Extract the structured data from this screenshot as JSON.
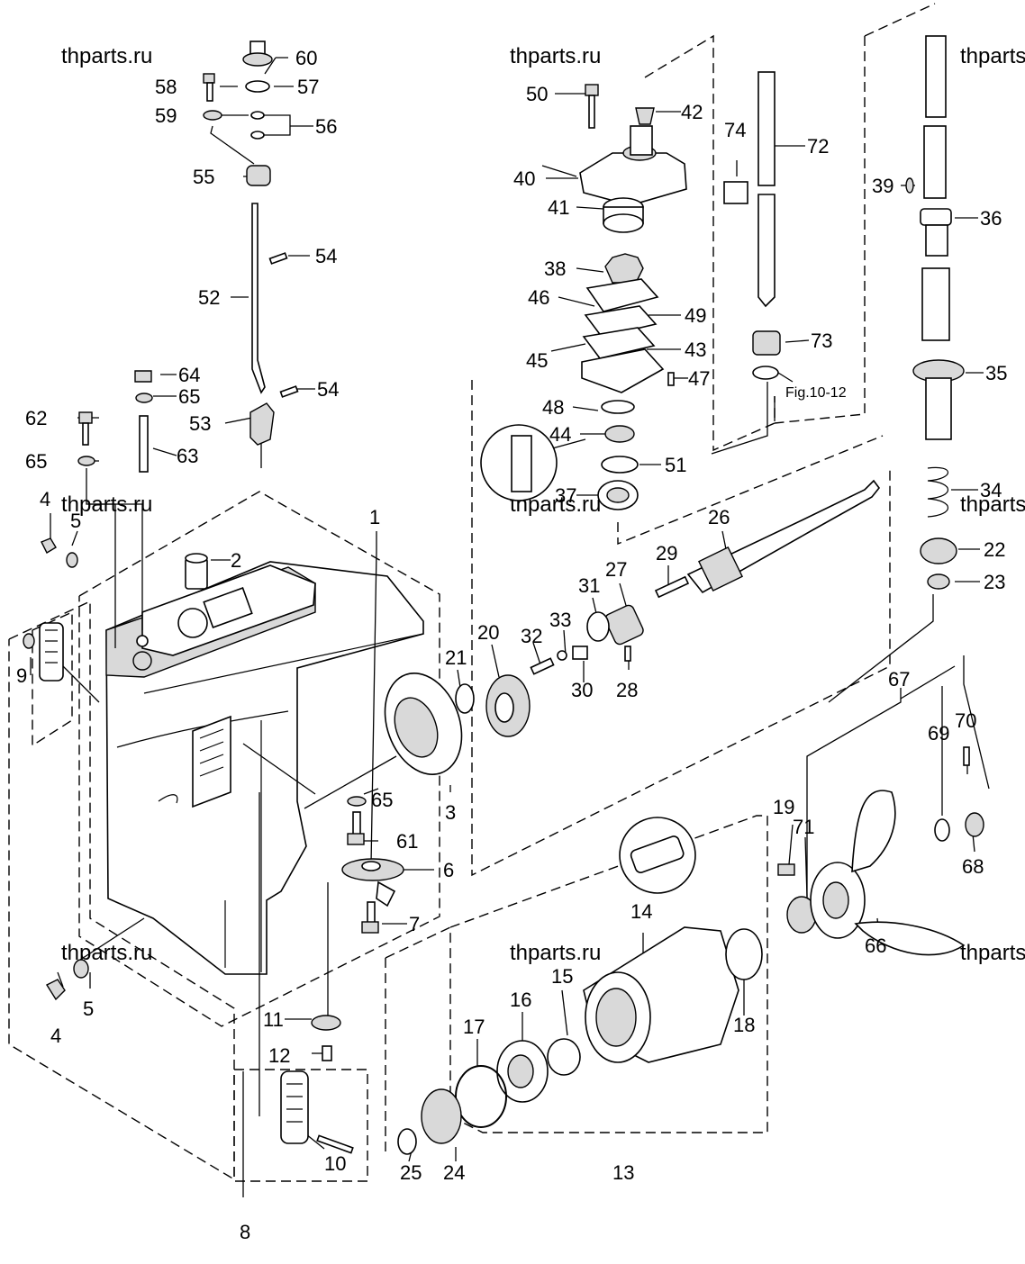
{
  "watermark": "thparts.ru",
  "figure_reference": "Fig.10-12",
  "callouts": {
    "c1": "1",
    "c2": "2",
    "c3": "3",
    "c4a": "4",
    "c4b": "4",
    "c5a": "5",
    "c5b": "5",
    "c6": "6",
    "c7": "7",
    "c8": "8",
    "c9": "9",
    "c10": "10",
    "c11": "11",
    "c12": "12",
    "c13": "13",
    "c14": "14",
    "c15": "15",
    "c16": "16",
    "c17": "17",
    "c18": "18",
    "c19": "19",
    "c20": "20",
    "c21": "21",
    "c22": "22",
    "c23": "23",
    "c24": "24",
    "c25": "25",
    "c26": "26",
    "c27": "27",
    "c28": "28",
    "c29": "29",
    "c30": "30",
    "c31": "31",
    "c32": "32",
    "c33": "33",
    "c34": "34",
    "c35": "35",
    "c36": "36",
    "c37": "37",
    "c38": "38",
    "c39": "39",
    "c40": "40",
    "c41": "41",
    "c42": "42",
    "c43": "43",
    "c44": "44",
    "c45": "45",
    "c46": "46",
    "c47": "47",
    "c48": "48",
    "c49": "49",
    "c50": "50",
    "c51": "51",
    "c52": "52",
    "c53": "53",
    "c54a": "54",
    "c54b": "54",
    "c55": "55",
    "c56": "56",
    "c57": "57",
    "c58": "58",
    "c59": "59",
    "c60": "60",
    "c61": "61",
    "c62": "62",
    "c63": "63",
    "c64": "64",
    "c65a": "65",
    "c65b": "65",
    "c65c": "65",
    "c66": "66",
    "c67": "67",
    "c68": "68",
    "c69": "69",
    "c70": "70",
    "c71": "71",
    "c72": "72",
    "c73": "73",
    "c74": "74"
  }
}
